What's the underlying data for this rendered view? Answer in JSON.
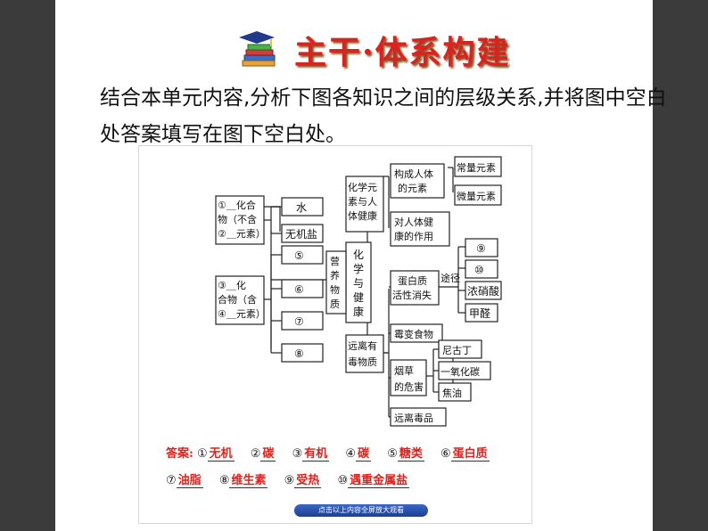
{
  "title": "主干·体系构建",
  "intro": "结合本单元内容,分析下图各知识之间的层级关系,并将图中空白处答案填写在图下空白处。",
  "diagram": {
    "center": "化学与健康",
    "elem": "化学元素与人体健康",
    "elem_a": "构成人体的元素",
    "elem_a1": "常量元素",
    "elem_a2": "微量元素",
    "elem_b": "对人体健康的作用",
    "nutr": "营养物质",
    "inorg": "①＿化合物（不含②＿元素）",
    "water": "水",
    "salt": "无机盐",
    "org": "③＿化合物（含④＿元素）",
    "n5": "⑤",
    "n6": "⑥",
    "n7": "⑦",
    "n8": "⑧",
    "harm": "远离有毒物质",
    "protein": "蛋白质活性消失",
    "route": "途径",
    "p9": "⑨",
    "p10": "⑩",
    "acid": "浓硝酸",
    "hcho": "甲醛",
    "mold": "霉变食物",
    "smoke": "烟草的危害",
    "s1": "尼古丁",
    "s2": "一氧化碳",
    "s3": "焦油",
    "drug": "远离毒品"
  },
  "answer": {
    "label": "答案:",
    "items": [
      {
        "num": "①",
        "val": "无机"
      },
      {
        "num": "②",
        "val": "碳"
      },
      {
        "num": "③",
        "val": "有机"
      },
      {
        "num": "④",
        "val": "碳"
      },
      {
        "num": "⑤",
        "val": "糖类"
      },
      {
        "num": "⑥",
        "val": "蛋白质"
      },
      {
        "num": "⑦",
        "val": "油脂"
      },
      {
        "num": "⑧",
        "val": "维生素"
      },
      {
        "num": "⑨",
        "val": "受热"
      },
      {
        "num": "⑩",
        "val": "遇重金属盐"
      }
    ]
  },
  "footer": "点击以上内容全屏放大观看"
}
